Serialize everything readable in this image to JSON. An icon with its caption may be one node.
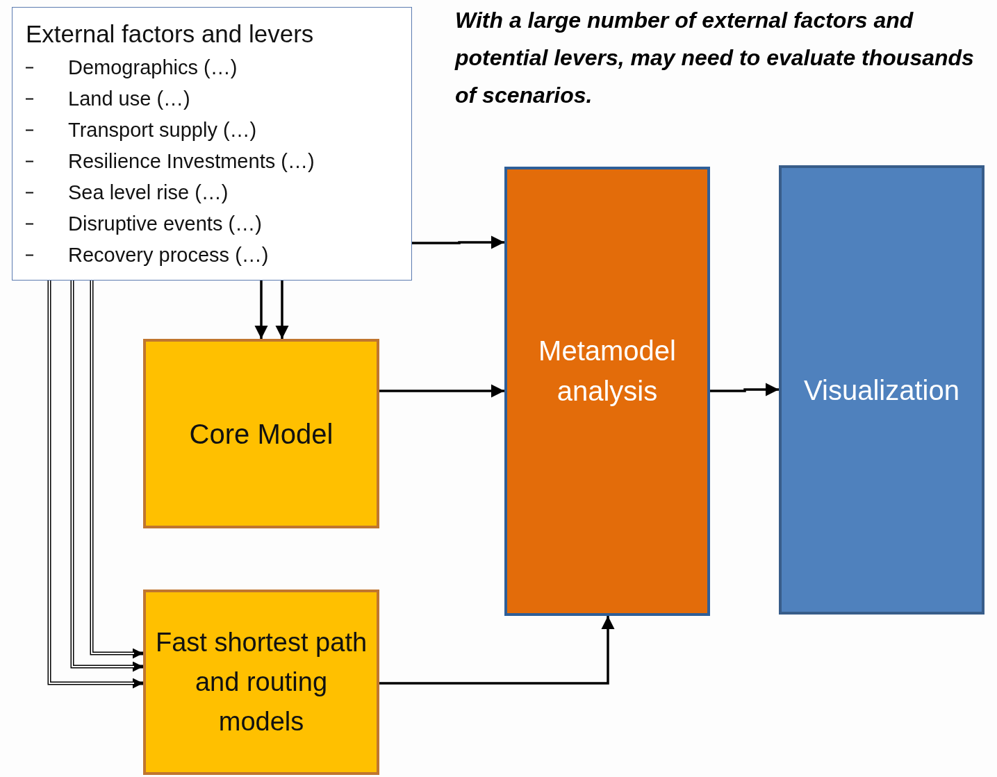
{
  "diagram": {
    "nodes": [
      {
        "text": [
          "External factors and levers",
          "Demographics (…)",
          "Land use (…)",
          "Transport supply (…)",
          "Resilience Investments (…)",
          "Sea level rise (…)",
          "Disruptive events (…)",
          "Recovery process (…)"
        ]
      },
      {
        "text": [
          "Core Model"
        ]
      },
      {
        "text": [
          "Fast shortest path and routing models"
        ]
      },
      {
        "text": [
          "Metamodel analysis"
        ]
      },
      {
        "text": [
          "Visualization"
        ]
      }
    ],
    "edges": [
      {
        "from": 0,
        "to": 3,
        "arrow": "to"
      },
      {
        "from": 0,
        "to": 1,
        "arrow": "to"
      },
      {
        "from": 0,
        "to": 1,
        "arrow": "to"
      },
      {
        "from": 0,
        "to": 2,
        "arrow": "to"
      },
      {
        "from": 0,
        "to": 2,
        "arrow": "to"
      },
      {
        "from": 0,
        "to": 2,
        "arrow": "to"
      },
      {
        "from": 1,
        "to": 3,
        "arrow": "to"
      },
      {
        "from": 2,
        "to": 3,
        "arrow": "to"
      },
      {
        "from": 3,
        "to": 4,
        "arrow": "to"
      }
    ],
    "labels": [
      "With a large number of external factors and potential levers, may need to evaluate thousands of scenarios."
    ]
  }
}
